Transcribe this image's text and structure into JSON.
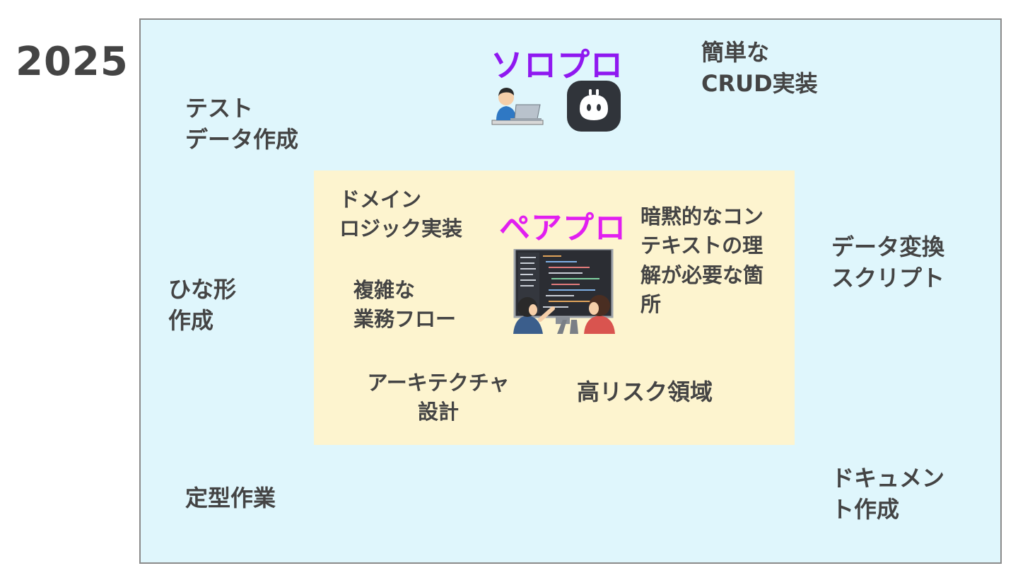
{
  "year": "2025",
  "solo": {
    "title": "ソロプロ"
  },
  "pair": {
    "title": "ペアプロ"
  },
  "outer_tasks": {
    "crud": "簡単な\nCRUD実装",
    "test_data": "テスト\nデータ作成",
    "scaffold": "ひな形\n作成",
    "data_transform": "データ変換\nスクリプト",
    "routine": "定型作業",
    "docs": "ドキュメン\nト作成"
  },
  "inner_tasks": {
    "domain_logic": "ドメイン\nロジック実装",
    "implicit_context": "暗黙的なコン\nテキストの理\n解が必要な箇\n所",
    "complex_flow": "複雑な\n業務フロー",
    "architecture": "アーキテクチャ\n設計",
    "high_risk": "高リスク領域"
  },
  "colors": {
    "outer_bg": "#dff6fc",
    "inner_bg": "#fdf4cf",
    "solo_title": "#8f18f0",
    "pair_title": "#e11ff0",
    "text": "#444444"
  },
  "icons": [
    "person-at-laptop-icon",
    "ai-bot-icon",
    "pair-programming-icon"
  ]
}
